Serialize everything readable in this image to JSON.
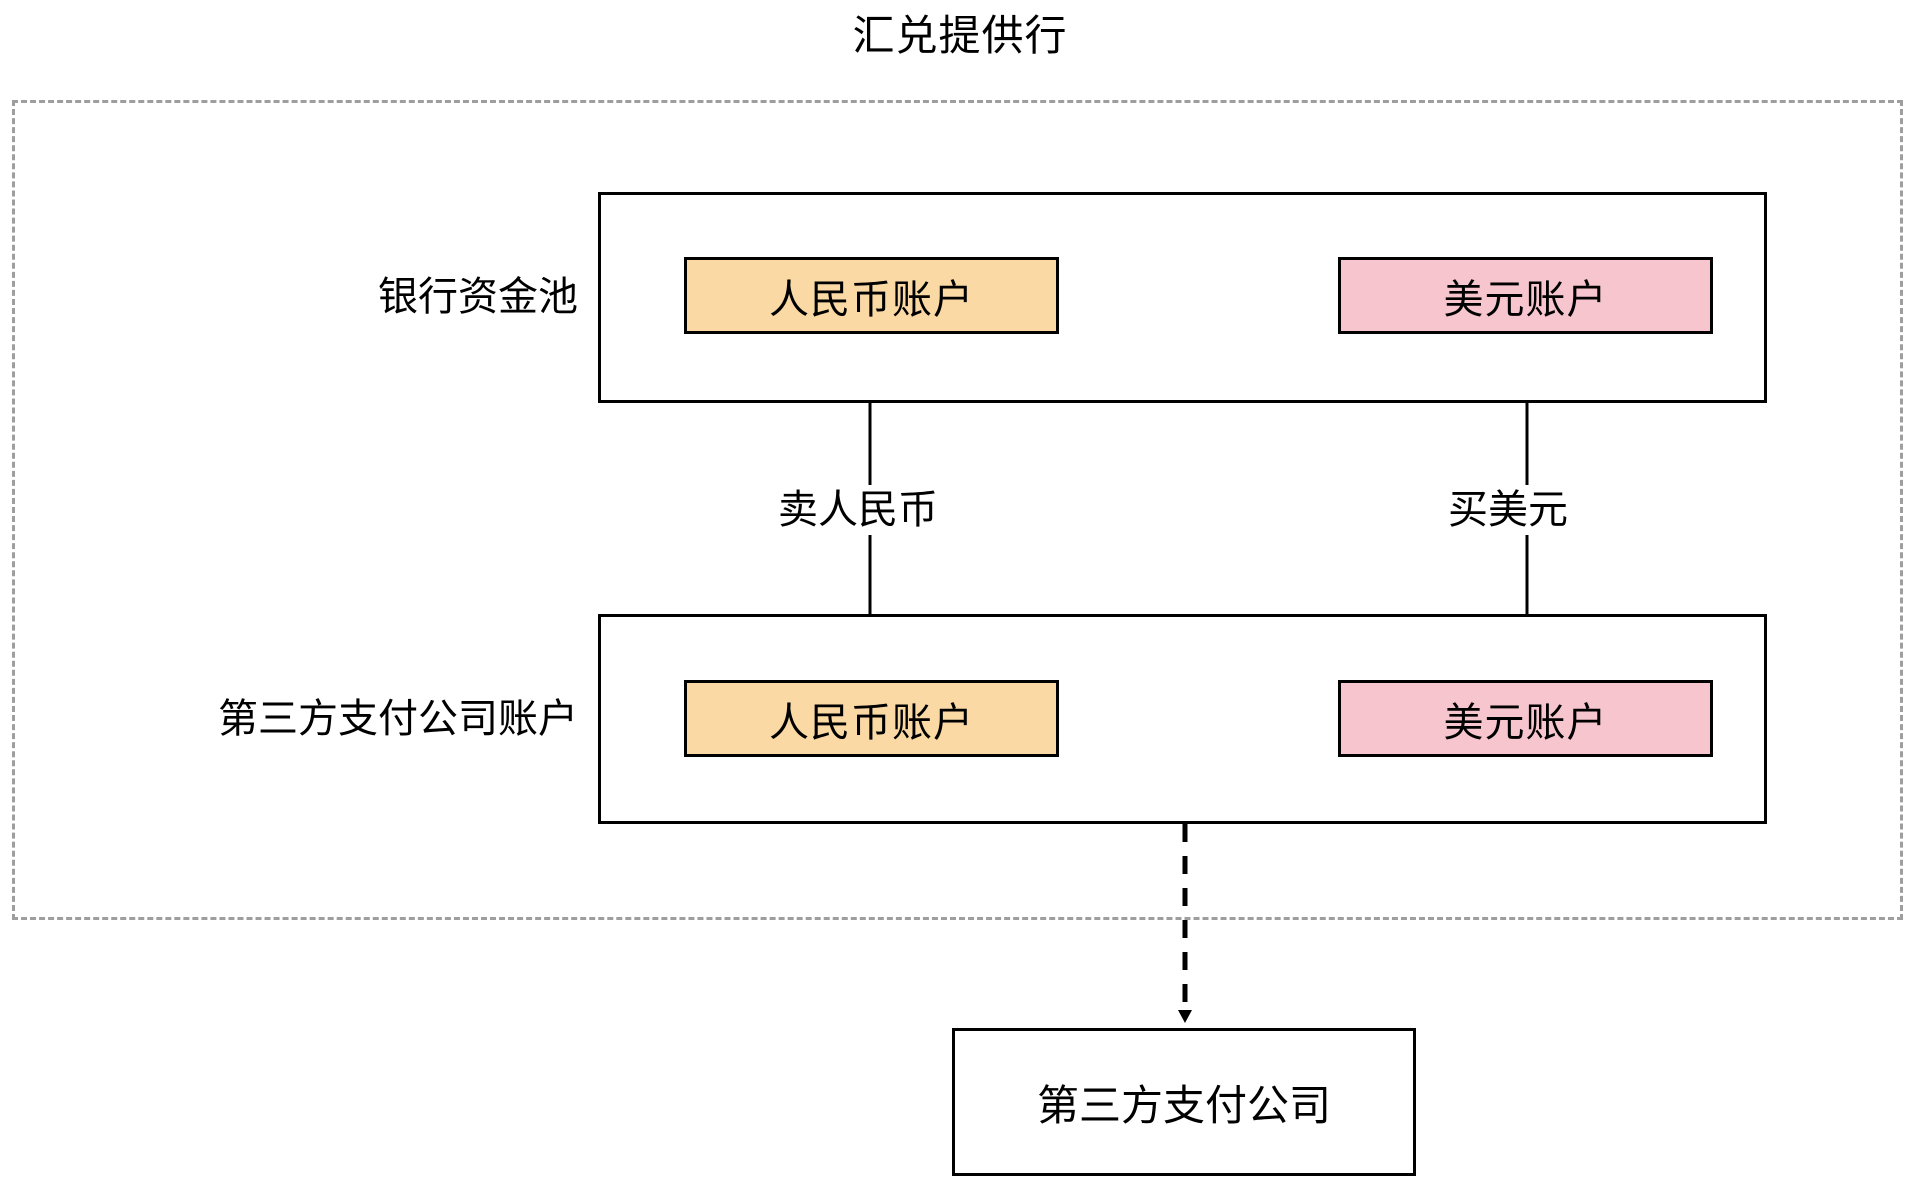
{
  "title": "汇兑提供行",
  "zone": {
    "name": "汇兑提供行",
    "border_style": "dashed",
    "border_color": "#9e9e9e"
  },
  "rows": [
    {
      "id": "bank-pool",
      "label": "银行资金池",
      "accounts": [
        {
          "id": "pool-cny",
          "label": "人民币账户",
          "currency": "CNY",
          "color": "#fad9a4"
        },
        {
          "id": "pool-usd",
          "label": "美元账户",
          "currency": "USD",
          "color": "#f6c5cd"
        }
      ]
    },
    {
      "id": "tpp-accounts",
      "label": "第三方支付公司账户",
      "accounts": [
        {
          "id": "tpp-cny",
          "label": "人民币账户",
          "currency": "CNY",
          "color": "#fad9a4"
        },
        {
          "id": "tpp-usd",
          "label": "美元账户",
          "currency": "USD",
          "color": "#f6c5cd"
        }
      ]
    }
  ],
  "flows": [
    {
      "id": "sell-cny",
      "label": "卖人民币",
      "from": "tpp-cny",
      "to": "pool-cny",
      "direction": "up",
      "style": "solid"
    },
    {
      "id": "buy-usd",
      "label": "买美元",
      "from": "pool-usd",
      "to": "tpp-usd",
      "direction": "down",
      "style": "solid"
    },
    {
      "id": "settle-out",
      "label": "",
      "from": "tpp-accounts",
      "to": "entity",
      "direction": "down",
      "style": "dashed"
    }
  ],
  "entity": {
    "id": "entity",
    "label": "第三方支付公司"
  },
  "colors": {
    "cny_fill": "#fad9a4",
    "usd_fill": "#f6c5cd",
    "stroke": "#000000",
    "dashed_stroke": "#9e9e9e",
    "background": "#ffffff"
  }
}
